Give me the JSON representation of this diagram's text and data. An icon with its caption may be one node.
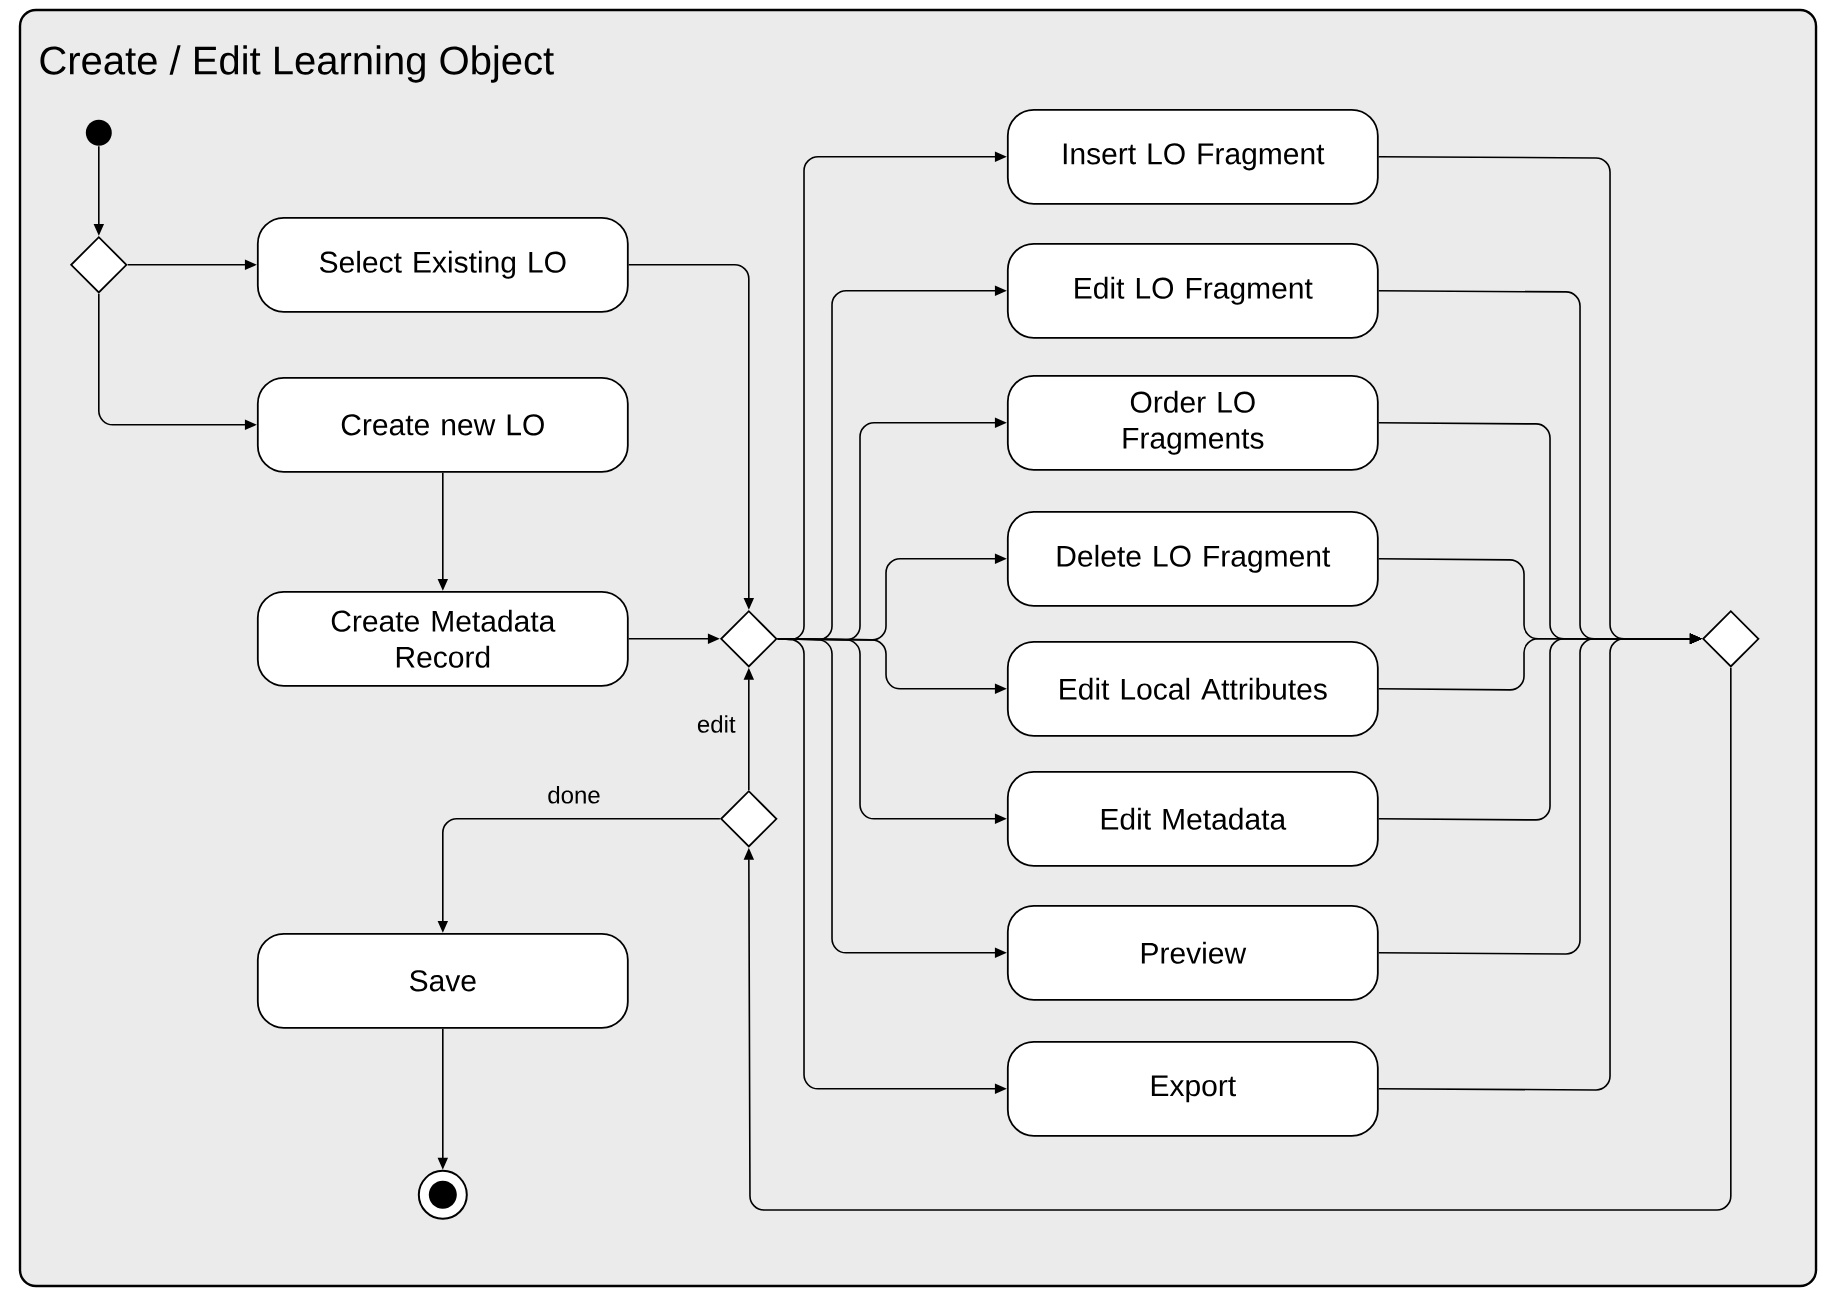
{
  "diagram": {
    "nodes": [
      {
        "text": [
          "Create / Edit Learning Object"
        ]
      },
      {
        "text": [],
        "shape": "circle",
        "in": 0
      },
      {
        "text": [],
        "shape": "diamond",
        "in": 0
      },
      {
        "text": [
          "Select Existing LO"
        ],
        "in": 0
      },
      {
        "text": [
          "Create new LO"
        ],
        "in": 0
      },
      {
        "text": [
          "Create Metadata Record"
        ],
        "in": 0
      },
      {
        "text": [],
        "shape": "diamond",
        "in": 0
      },
      {
        "text": [
          "Insert LO Fragment"
        ],
        "in": 0
      },
      {
        "text": [
          "Edit LO Fragment"
        ],
        "in": 0
      },
      {
        "text": [
          "Order LO Fragments"
        ],
        "in": 0
      },
      {
        "text": [
          "Delete LO Fragment"
        ],
        "in": 0
      },
      {
        "text": [
          "Edit Local Attributes"
        ],
        "in": 0
      },
      {
        "text": [
          "Edit Metadata"
        ],
        "in": 0
      },
      {
        "text": [
          "Preview"
        ],
        "in": 0
      },
      {
        "text": [
          "Export"
        ],
        "in": 0
      },
      {
        "text": [],
        "shape": "diamond",
        "in": 0
      },
      {
        "text": [],
        "shape": "diamond",
        "in": 0
      },
      {
        "text": [
          "Save"
        ],
        "in": 0
      },
      {
        "text": [],
        "shape": "bullseye",
        "in": 0
      }
    ],
    "edges": [
      {
        "from": 1,
        "to": 2,
        "arrow": "to"
      },
      {
        "from": 2,
        "to": 3,
        "arrow": "to"
      },
      {
        "from": 2,
        "to": 4,
        "arrow": "to"
      },
      {
        "from": 4,
        "to": 5,
        "arrow": "to"
      },
      {
        "from": 3,
        "to": 6,
        "arrow": "to"
      },
      {
        "from": 5,
        "to": 6,
        "arrow": "to"
      },
      {
        "from": 16,
        "to": 6,
        "arrow": "to",
        "label": "edit"
      },
      {
        "from": 6,
        "to": 7,
        "arrow": "to"
      },
      {
        "from": 6,
        "to": 8,
        "arrow": "to"
      },
      {
        "from": 6,
        "to": 9,
        "arrow": "to"
      },
      {
        "from": 6,
        "to": 10,
        "arrow": "to"
      },
      {
        "from": 6,
        "to": 11,
        "arrow": "to"
      },
      {
        "from": 6,
        "to": 12,
        "arrow": "to"
      },
      {
        "from": 6,
        "to": 13,
        "arrow": "to"
      },
      {
        "from": 6,
        "to": 14,
        "arrow": "to"
      },
      {
        "from": 7,
        "to": 15,
        "arrow": "to"
      },
      {
        "from": 8,
        "to": 15,
        "arrow": "to"
      },
      {
        "from": 9,
        "to": 15,
        "arrow": "to"
      },
      {
        "from": 10,
        "to": 15,
        "arrow": "to"
      },
      {
        "from": 11,
        "to": 15,
        "arrow": "to"
      },
      {
        "from": 12,
        "to": 15,
        "arrow": "to"
      },
      {
        "from": 13,
        "to": 15,
        "arrow": "to"
      },
      {
        "from": 14,
        "to": 15,
        "arrow": "to"
      },
      {
        "from": 15,
        "to": 16,
        "arrow": "to"
      },
      {
        "from": 16,
        "to": 17,
        "arrow": "to",
        "label": "done"
      },
      {
        "from": 17,
        "to": 18,
        "arrow": "to"
      }
    ]
  }
}
